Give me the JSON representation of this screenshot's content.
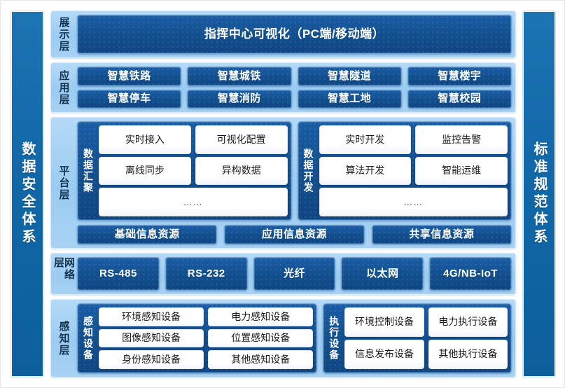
{
  "colors": {
    "pillar": "#1268a8",
    "band": "#9acbf2",
    "tile": "#13508f",
    "tile_border": "#6fa6d8",
    "white_tile": "#ffffff",
    "page_background": "#ffffff"
  },
  "left_pillar": {
    "label": "数据安全体系"
  },
  "right_pillar": {
    "label": "标准规范体系"
  },
  "layers": {
    "display": {
      "label": "展示层",
      "tile": "指挥中心可视化（PC端/移动端）"
    },
    "application": {
      "label": "应用层",
      "items": [
        "智慧铁路",
        "智慧城铁",
        "智慧隧道",
        "智慧楼宇",
        "智慧停车",
        "智慧消防",
        "智慧工地",
        "智慧校园"
      ]
    },
    "platform": {
      "label": "平台层",
      "groups": [
        {
          "label": "数据汇聚",
          "rows": [
            [
              "实时接入",
              "可视化配置"
            ],
            [
              "离线同步",
              "异构数据"
            ],
            [
              "……"
            ]
          ]
        },
        {
          "label": "数据开发",
          "rows": [
            [
              "实时开发",
              "监控告警"
            ],
            [
              "算法开发",
              "智能运维"
            ],
            [
              "……"
            ]
          ]
        }
      ],
      "resources": [
        "基础信息资源",
        "应用信息资源",
        "共享信息资源"
      ]
    },
    "network": {
      "label": "网络层",
      "items": [
        "RS-485",
        "RS-232",
        "光纤",
        "以太网",
        "4G/NB-IoT"
      ]
    },
    "sensing": {
      "label": "感知层",
      "groups": [
        {
          "label": "感知设备",
          "rows": [
            [
              "环境感知设备",
              "电力感知设备"
            ],
            [
              "图像感知设备",
              "位置感知设备"
            ],
            [
              "身份感知设备",
              "其他感知设备"
            ]
          ]
        },
        {
          "label": "执行设备",
          "rows": [
            [
              "环境控制设备",
              "电力执行设备"
            ],
            [
              "信息发布设备",
              "其他执行设备"
            ]
          ]
        }
      ]
    }
  }
}
